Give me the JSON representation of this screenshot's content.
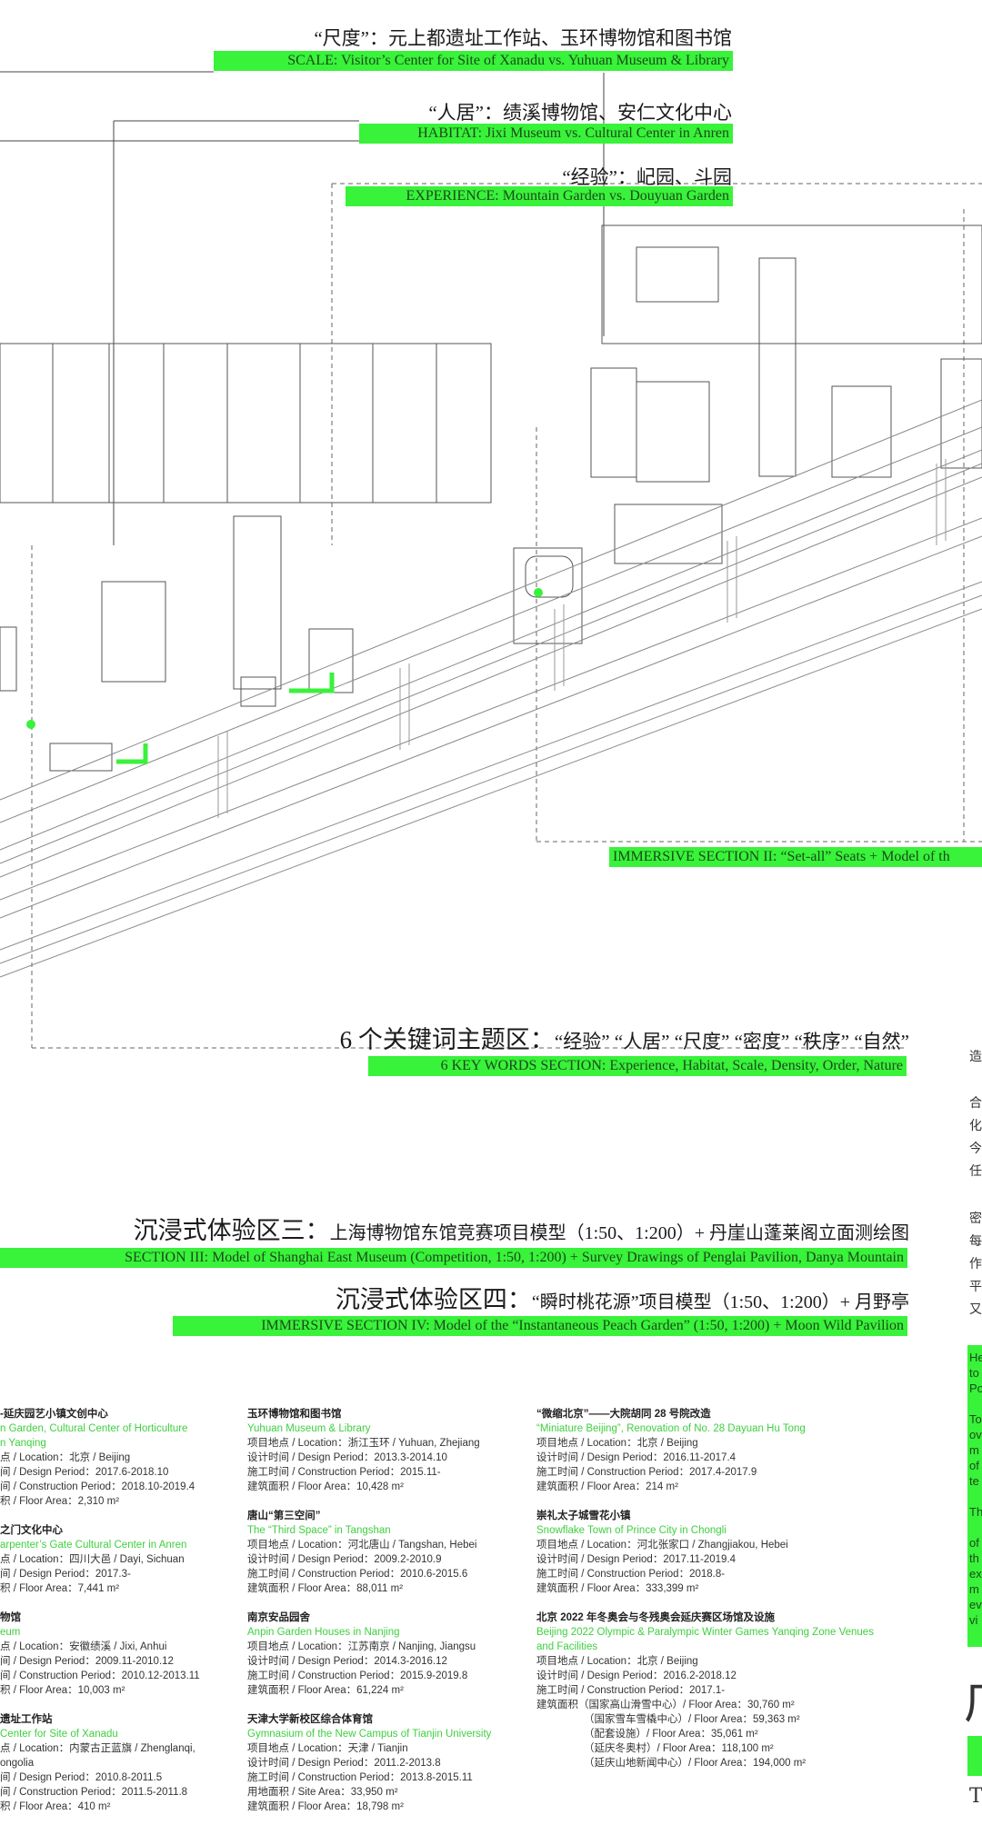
{
  "headers": {
    "scale_cn": "“尺度”：元上都遗址工作站、玉环博物馆和图书馆",
    "scale_en": "SCALE: Visitor’s Center for Site of Xanadu vs. Yuhuan Museum & Library",
    "habitat_cn": "“人居”：绩溪博物馆、安仁文化中心",
    "habitat_en": "HABITAT: Jixi Museum vs. Cultural Center in Anren",
    "experience_cn": "“经验”：屺园、斗园",
    "experience_en": "EXPERIENCE: Mountain Garden vs. Douyuan Garden"
  },
  "sections": {
    "immersive2_en": "IMMERSIVE SECTION II: “Set-all” Seats + Model of th",
    "keywords_cn_prefix": "6 个关键词主题区：",
    "keywords_cn_words": "“经验” “人居” “尺度” “密度” “秩序” “自然”",
    "keywords_en": "6 KEY WORDS SECTION: Experience, Habitat, Scale, Density, Order, Nature",
    "immersive3_cn_prefix": "沉浸式体验区三：",
    "immersive3_cn": "上海博物馆东馆竞赛项目模型（1:50、1:200）+ 丹崖山蓬莱阁立面测绘图",
    "immersive3_en": "SECTION III: Model of Shanghai East Museum (Competition, 1:50, 1:200) + Survey Drawings of Penglai Pavilion, Danya Mountain",
    "immersive4_cn_prefix": "沉浸式体验区四：",
    "immersive4_cn": "“瞬时桃花源”项目模型（1:50、1:200）+ 月野亭",
    "immersive4_en": "IMMERSIVE SECTION IV: Model of the “Instantaneous Peach Garden” (1:50, 1:200) + Moon Wild Pavilion"
  },
  "projects": {
    "col1": [
      {
        "t": "-延庆园艺小镇文创中心",
        "e1": "n Garden, Cultural Center of Horticulture",
        "e2": "n Yanqing",
        "l1": "点 / Location：北京 / Beijing",
        "l2": "间 / Design Period：2017.6-2018.10",
        "l3": "间 / Construction Period：2018.10-2019.4",
        "l4": "积 / Floor Area：2,310 m²"
      },
      {
        "t": "之门文化中心",
        "e1": "arpenter’s Gate Cultural Center in Anren",
        "l1": "点 / Location：四川大邑 / Dayi, Sichuan",
        "l2": "间 / Design Period：2017.3-",
        "l3": "积 / Floor Area：7,441 m²"
      },
      {
        "t": "物馆",
        "e1": "eum",
        "l1": "点 / Location：安徽绩溪 / Jixi, Anhui",
        "l2": "间 / Design Period：2009.11-2010.12",
        "l3": "间 / Construction Period：2010.12-2013.11",
        "l4": "积 / Floor Area：10,003 m²"
      },
      {
        "t": "遗址工作站",
        "e1": "Center for Site of Xanadu",
        "l1": "点 / Location：内蒙古正蓝旗 / Zhenglanqi,",
        "l2": "ongolia",
        "l3": "间 / Design Period：2010.8-2011.5",
        "l4": "间 / Construction Period：2011.5-2011.8",
        "l5": "积 / Floor Area：410 m²"
      }
    ],
    "col2": [
      {
        "t": "玉环博物馆和图书馆",
        "e1": "Yuhuan Museum & Library",
        "l1": "项目地点 / Location：浙江玉环 / Yuhuan, Zhejiang",
        "l2": "设计时间 / Design Period：2013.3-2014.10",
        "l3": "施工时间 / Construction Period：2015.11-",
        "l4": "建筑面积 / Floor Area：10,428 m²"
      },
      {
        "t": "唐山“第三空间”",
        "e1": "The “Third Space” in Tangshan",
        "l1": "项目地点 / Location：河北唐山 / Tangshan, Hebei",
        "l2": "设计时间 / Design Period：2009.2-2010.9",
        "l3": "施工时间 / Construction Period：2010.6-2015.6",
        "l4": "建筑面积 / Floor Area：88,011 m²"
      },
      {
        "t": "南京安品园舍",
        "e1": "Anpin Garden Houses in Nanjing",
        "l1": "项目地点 / Location：江苏南京 / Nanjing, Jiangsu",
        "l2": "设计时间 / Design Period：2014.3-2016.12",
        "l3": "施工时间 / Construction Period：2015.9-2019.8",
        "l4": "建筑面积 / Floor Area：61,224 m²"
      },
      {
        "t": "天津大学新校区综合体育馆",
        "e1": "Gymnasium of the New Campus of Tianjin University",
        "l1": "项目地点 / Location：天津 / Tianjin",
        "l2": "设计时间 / Design Period：2011.2-2013.8",
        "l3": "施工时间 / Construction Period：2013.8-2015.11",
        "l4": "用地面积 / Site Area：33,950 m²",
        "l5": "建筑面积 / Floor Area：18,798 m²"
      }
    ],
    "col3": [
      {
        "t": "“微缩北京”——大院胡同 28 号院改造",
        "e1": "“Miniature Beijing”, Renovation of No. 28 Dayuan Hu Tong",
        "l1": "项目地点 / Location：北京 / Beijing",
        "l2": "设计时间 / Design Period：2016.11-2017.4",
        "l3": "施工时间 / Construction Period：2017.4-2017.9",
        "l4": "建筑面积 / Floor Area：214 m²"
      },
      {
        "t": "崇礼太子城雪花小镇",
        "e1": "Snowflake Town of Prince City in Chongli",
        "l1": "项目地点 / Location：河北张家口 / Zhangjiakou, Hebei",
        "l2": "设计时间 / Design Period：2017.11-2019.4",
        "l3": "施工时间 / Construction Period：2018.8-",
        "l4": "建筑面积 / Floor Area：333,399 m²"
      },
      {
        "t": "北京 2022 年冬奥会与冬残奥会延庆赛区场馆及设施",
        "e1": "Beijing 2022 Olympic & Paralympic Winter Games Yanqing Zone Venues",
        "e2": "and Facilities",
        "l1": "项目地点 / Location：北京 / Beijing",
        "l2": "设计时间 / Design Period：2016.2-2018.12",
        "l3": "施工时间 / Construction Period：2017.1-",
        "l4": "建筑面积（国家高山滑雪中心）/ Floor Area：30,760 m²",
        "l5": "（国家雪车雪橇中心）/ Floor Area：59,363 m²",
        "l6": "（配套设施）/ Floor Area：35,061 m²",
        "l7": "（延庆冬奥村）/ Floor Area：118,100 m²",
        "l8": "（延庆山地新闻中心）/ Floor Area：194,000 m²"
      }
    ]
  },
  "right_edge": {
    "chars": [
      "造",
      "合",
      "化",
      "今",
      "任",
      "密",
      "每",
      "作",
      "平",
      "又"
    ],
    "green_text": [
      "He",
      "to",
      "Po",
      "To",
      "ov",
      "m",
      "of",
      "te",
      "Th",
      "of",
      "th",
      "ex",
      "m",
      "ev",
      "vi"
    ],
    "big_char": "广",
    "bottom_letter": "T"
  },
  "colors": {
    "accent_green": "#39f23a",
    "line": "#444444",
    "light_line": "#9a9a9a"
  }
}
